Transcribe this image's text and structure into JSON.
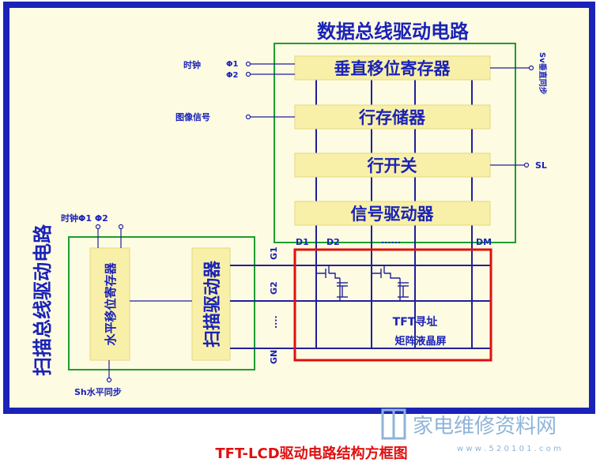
{
  "title": "数据总线驱动电路",
  "caption": "TFT-LCD驱动电路结构方框图",
  "watermark": {
    "text": "家电维修资料网",
    "url": "w w w . 5 2 0 1 0 1 . c o m"
  },
  "left_circuit_label": "扫描总线驱动电路",
  "data_driver": {
    "blocks": [
      "垂直移位寄存器",
      "行存储器",
      "行开关",
      "信号驱动器"
    ],
    "clock_label": "时钟",
    "phi1": "Φ1",
    "phi2": "Φ2",
    "image_signal": "图像信号",
    "sv_label": "Sv垂直同步",
    "sl_label": "SL",
    "d1": "D1",
    "d2": "D2",
    "dots": "......",
    "dm": "DM"
  },
  "scan_driver": {
    "clock_label": "时钟Φ1 Φ2",
    "shift_register": "水平移位寄存器",
    "driver": "扫描驱动器",
    "sh_label": "Sh水平同步"
  },
  "matrix": {
    "g1": "G1",
    "g2": "G2",
    "gdots": "....",
    "gn": "GN",
    "line1": "TFT寻址",
    "line2": "矩阵液晶屏"
  },
  "colors": {
    "frame": "#1a22b8",
    "background": "#fdfbe2",
    "block_fill": "#f8f0a8",
    "green": "#1e9e2e",
    "red": "#e01010",
    "wire": "#20209a",
    "caption": "#e01010",
    "watermark": "#8fb4d8"
  }
}
